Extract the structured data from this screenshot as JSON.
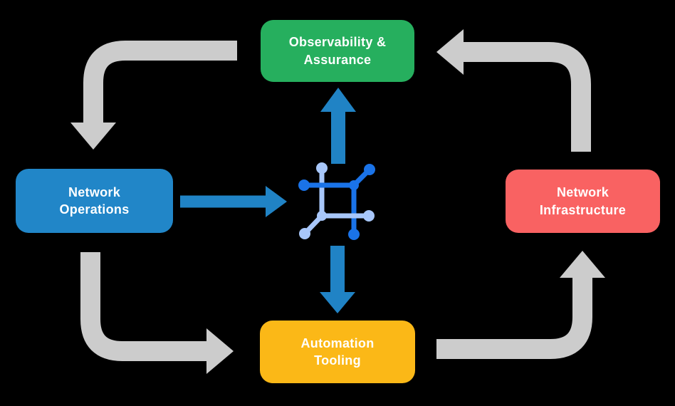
{
  "diagram": {
    "title": "network-automation-lifecycle-diagram",
    "background_color": "#000000",
    "nodes": [
      {
        "id": "observability-assurance",
        "line1": "Observability &",
        "line2": "Assurance",
        "color": "#26AF5E"
      },
      {
        "id": "network-operations",
        "line1": "Network",
        "line2": "Operations",
        "color": "#2186C8"
      },
      {
        "id": "network-infrastructure",
        "line1": "Network",
        "line2": "Infrastructure",
        "color": "#F96262"
      },
      {
        "id": "automation-tooling",
        "line1": "Automation",
        "line2": "Tooling",
        "color": "#FBB817"
      }
    ],
    "center_icon": {
      "name": "network-automation-icon",
      "dark_blue": "#1A73E8",
      "light_blue": "#A8C7FA"
    },
    "arrows": {
      "gray_color": "#CCCCCC",
      "blue_color": "#2083C5",
      "flow": [
        {
          "from": "Observability & Assurance",
          "to": "Network Operations",
          "style": "gray-elbow"
        },
        {
          "from": "Network Operations",
          "to": "Automation Tooling",
          "style": "gray-elbow"
        },
        {
          "from": "Automation Tooling",
          "to": "Network Infrastructure",
          "style": "gray-elbow"
        },
        {
          "from": "Network Infrastructure",
          "to": "Observability & Assurance",
          "style": "gray-elbow"
        },
        {
          "from": "Network Operations",
          "to": "center-icon",
          "style": "blue-straight"
        },
        {
          "from": "center-icon",
          "to": "Observability & Assurance",
          "style": "blue-straight"
        },
        {
          "from": "center-icon",
          "to": "Automation Tooling",
          "style": "blue-straight"
        }
      ]
    }
  }
}
